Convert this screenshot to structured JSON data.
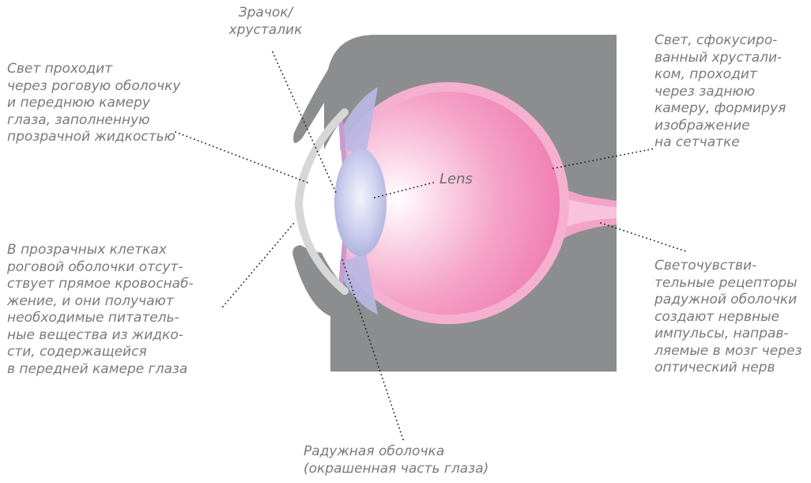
{
  "labels": {
    "pupil_lens": [
      "Зрачок/",
      "хрусталик"
    ],
    "cornea_light": [
      "Свет проходит",
      "через роговую оболочку",
      "и переднюю камеру",
      "глаза, заполненную",
      "прозрачной жидкостью"
    ],
    "cornea_cells": [
      "В прозрачных клетках",
      "роговой оболочки отсут-",
      "ствует прямое кровоснаб-",
      "жение, и они получают",
      "необходимые питатель-",
      "ные вещества из жидко-",
      "сти, содержащейся",
      "в передней камере глаза"
    ],
    "iris": [
      "Радужная оболочка",
      "(окрашенная часть глаза)"
    ],
    "lens": "Lens",
    "focused_light": [
      "Свет, сфокусиро-",
      "ванный хрустали-",
      "ком, проходит",
      "через заднюю",
      "камеру, формируя",
      "изображение",
      "на сетчатке"
    ],
    "receptors": [
      "Светочувстви-",
      "тельные рецепторы",
      "радужной оболочки",
      "создают нервные",
      "импульсы, направ-",
      "ляемые в мозг через",
      "оптический нерв"
    ]
  },
  "colors": {
    "socket": "#8c8d8f",
    "eyeball": "#f07fb4",
    "eyeball_edge": "#f5a9cb",
    "lens": "#b9bbe6",
    "cornea": "#d6d6d6",
    "iris": "#c99ad0",
    "text": "#7a7a7a"
  }
}
